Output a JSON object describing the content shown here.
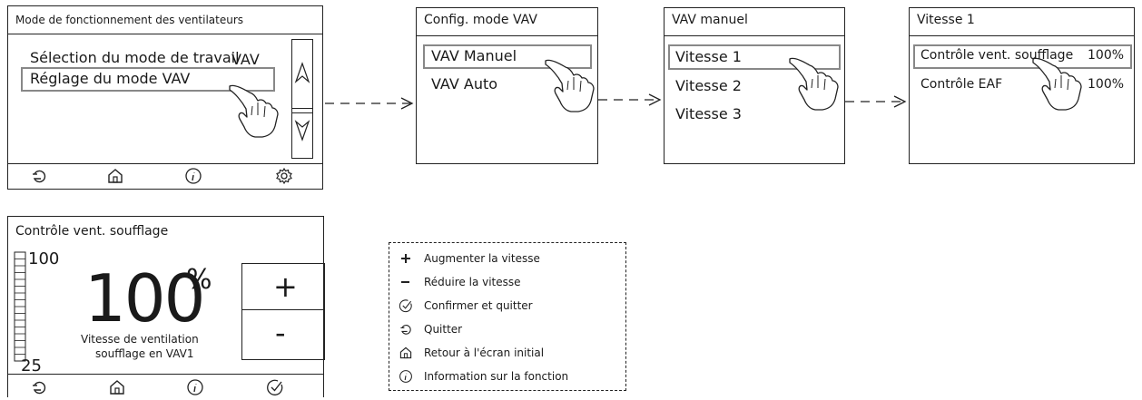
{
  "panel1": {
    "title": "Mode de fonctionnement des ventilateurs",
    "item1_label": "Sélection du mode de travail",
    "item1_value": "VAV",
    "item2_label": "Réglage du mode VAV"
  },
  "panel2": {
    "title": "Config. mode VAV",
    "items": [
      "VAV Manuel",
      "VAV Auto"
    ]
  },
  "panel3": {
    "title": "VAV manuel",
    "items": [
      "Vitesse 1",
      "Vitesse 2",
      "Vitesse 3"
    ]
  },
  "panel4": {
    "title": "Vitesse 1",
    "rows": [
      {
        "label": "Contrôle vent. soufflage",
        "value": "100%"
      },
      {
        "label": "Contrôle EAF",
        "value": "100%"
      }
    ]
  },
  "panel5": {
    "title": "Contrôle vent. soufflage",
    "scale_max": "100",
    "scale_min": "25",
    "big_value": "100",
    "unit": "%",
    "caption_line1": "Vitesse de ventilation",
    "caption_line2": "soufflage en VAV1",
    "plus": "+",
    "minus": "-"
  },
  "legend": [
    {
      "icon": "plus-icon",
      "text": "Augmenter la vitesse"
    },
    {
      "icon": "minus-icon",
      "text": "Réduire la vitesse"
    },
    {
      "icon": "check-circle-icon",
      "text": "Confirmer et quitter"
    },
    {
      "icon": "back-icon",
      "text": "Quitter"
    },
    {
      "icon": "home-icon",
      "text": "Retour à l'écran initial"
    },
    {
      "icon": "info-icon",
      "text": "Information sur la fonction"
    }
  ],
  "colors": {
    "outline": "#222222",
    "selection": "#888888"
  }
}
